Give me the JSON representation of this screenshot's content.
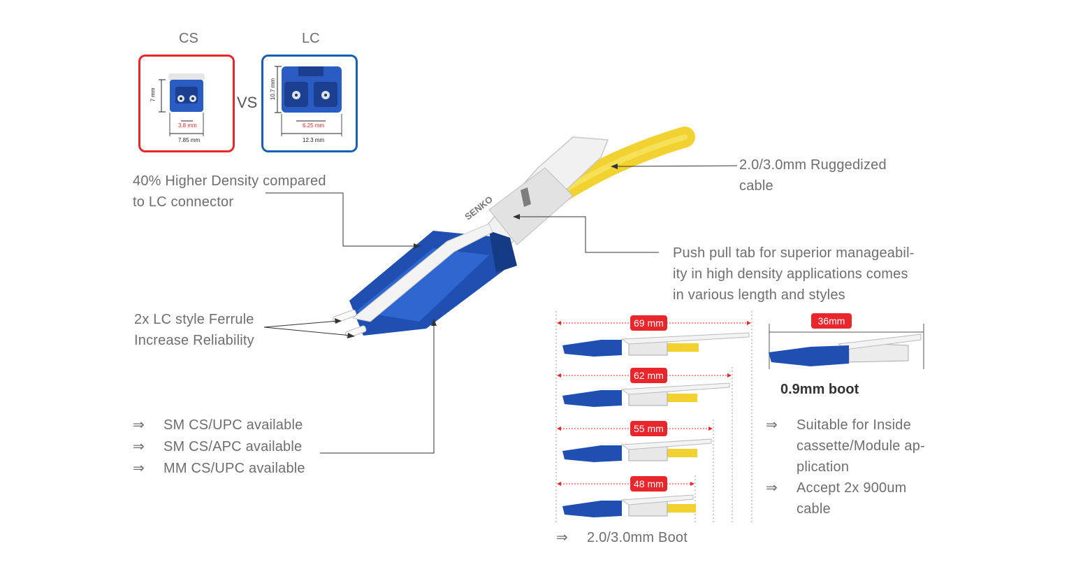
{
  "comparison": {
    "cs_label": "CS",
    "lc_label": "LC",
    "vs_label": "VS",
    "cs_height": "7 mm",
    "cs_pitch": "3.8 mm",
    "cs_width": "7.85 mm",
    "lc_height": "10.7 mm",
    "lc_pitch": "6.25 mm",
    "lc_width": "12.3 mm",
    "cs_color": "#e8262b",
    "lc_color": "#1a5fb4"
  },
  "callouts": {
    "density_line1": "40% Higher Density compared",
    "density_line2": "to LC connector",
    "cable_line1": "2.0/3.0mm Ruggedized",
    "cable_line2": "cable",
    "push_line1": "Push pull tab for superior manageabil-",
    "push_line2": "ity in high density applications comes",
    "push_line3": "in various length and styles",
    "ferrule_line1": "2x LC style Ferrule",
    "ferrule_line2": "Increase Reliability"
  },
  "availability": [
    {
      "arrow": "⇒",
      "text": "SM CS/UPC available"
    },
    {
      "arrow": "⇒",
      "text": "SM CS/APC available"
    },
    {
      "arrow": "⇒",
      "text": "MM CS/UPC available"
    }
  ],
  "tab_lengths": [
    "69 mm",
    "62 mm",
    "55 mm",
    "48 mm"
  ],
  "boot_label": {
    "arrow": "⇒",
    "text": "2.0/3.0mm Boot"
  },
  "short_boot": {
    "length": "36mm",
    "title": "0.9mm boot",
    "bullets": [
      {
        "arrow": "⇒",
        "lines": [
          "Suitable for Inside",
          "cassette/Module ap-",
          "plication"
        ]
      },
      {
        "arrow": "⇒",
        "lines": [
          "Accept 2x 900um",
          "cable"
        ]
      }
    ]
  },
  "brand_text": "SENKO",
  "colors": {
    "connector_blue": "#1f4fb0",
    "cable_yellow": "#f2d230",
    "tab_white": "#eeeeee",
    "badge_red": "#e8262b"
  }
}
